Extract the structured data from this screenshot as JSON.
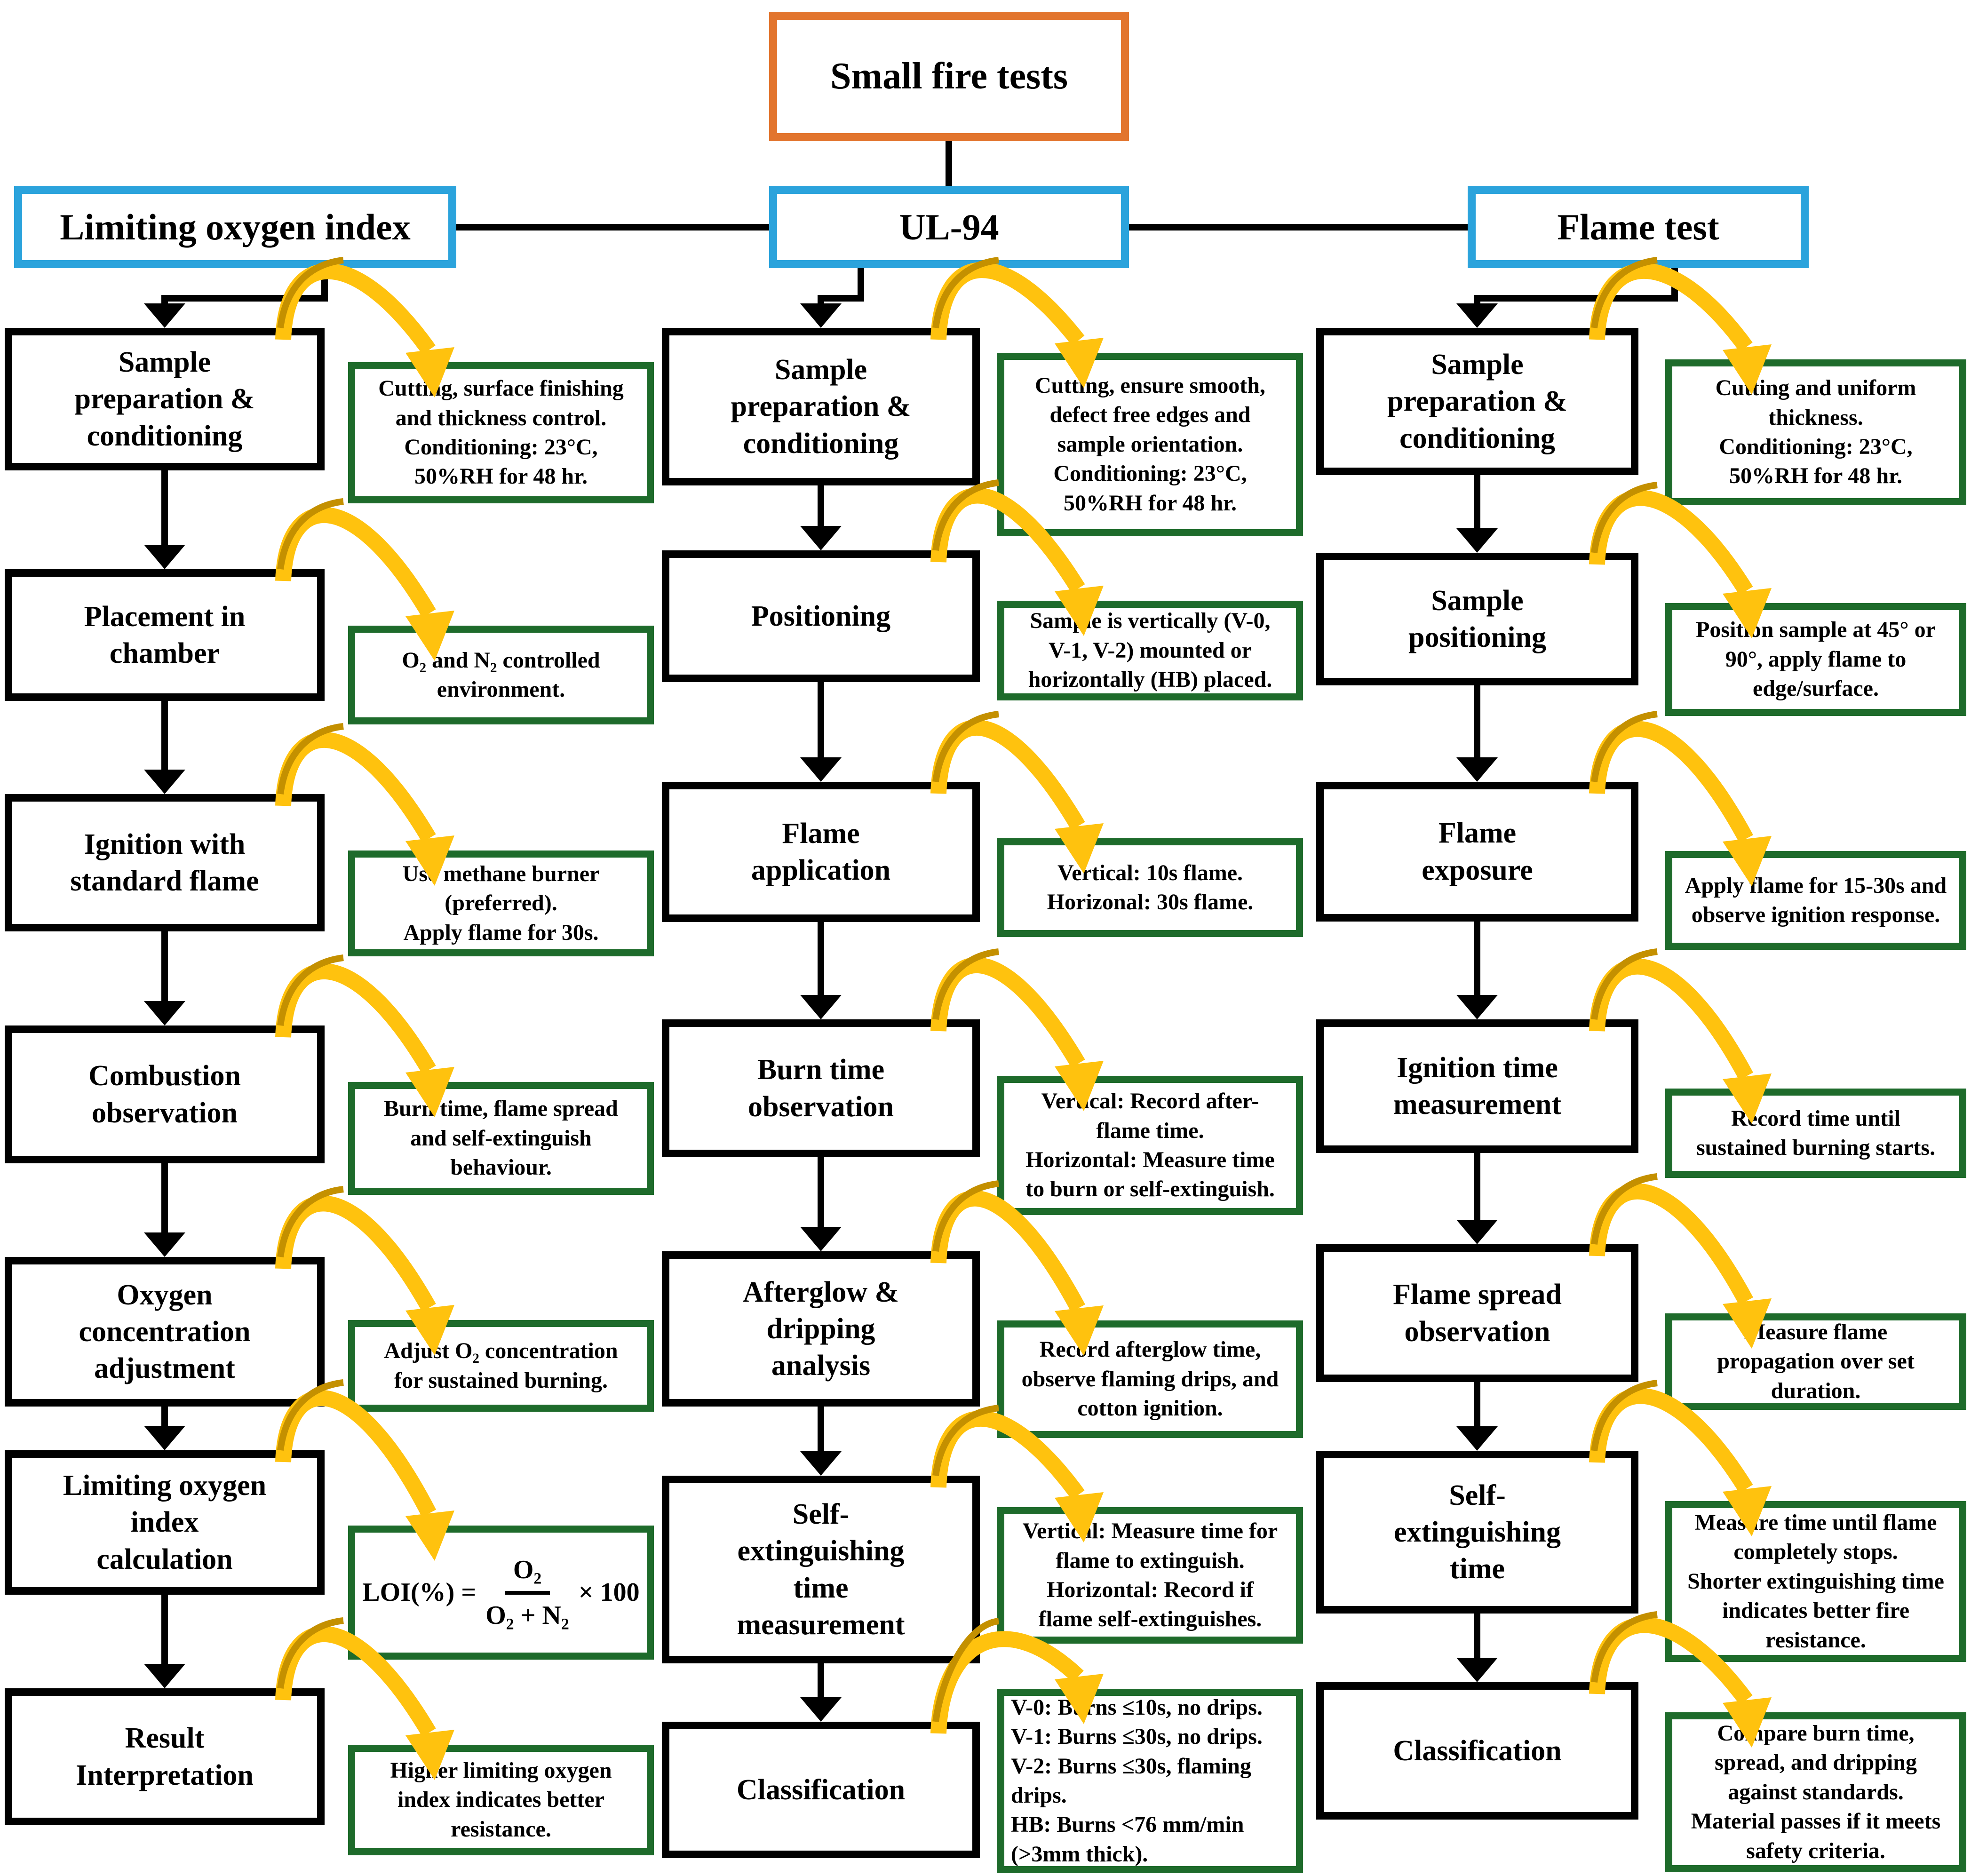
{
  "title": "Small fire tests",
  "colors": {
    "orange": "#E2752E",
    "blue": "#2BA3DC",
    "green": "#1E6B2B",
    "arrow_yellow": "#FFC20E",
    "arrow_gold": "#C49000",
    "line_black": "#000000"
  },
  "branches": [
    {
      "name": "Limiting oxygen index",
      "steps": [
        {
          "label": "Sample\npreparation &\nconditioning",
          "note": "Cutting, surface finishing\nand thickness control.\nConditioning: 23°C,\n50%RH for 48 hr."
        },
        {
          "label": "Placement in\nchamber",
          "note": "O₂ and N₂ controlled\nenvironment."
        },
        {
          "label": "Ignition with\nstandard flame",
          "note": "Use methane burner\n(preferred).\nApply flame for 30s."
        },
        {
          "label": "Combustion\nobservation",
          "note": "Burn time, flame spread\nand self-extinguish\nbehaviour."
        },
        {
          "label": "Oxygen\nconcentration\nadjustment",
          "note": "Adjust O₂ concentration\nfor sustained burning."
        },
        {
          "label": "Limiting oxygen\nindex\ncalculation",
          "formula": {
            "lhs": "LOI(%) =",
            "numerator": "O₂",
            "denominator": "O₂ + N₂",
            "multiplier": "× 100"
          }
        },
        {
          "label": "Result\nInterpretation",
          "note": "Higher limiting oxygen\nindex indicates better\nresistance."
        }
      ]
    },
    {
      "name": "UL-94",
      "steps": [
        {
          "label": "Sample\npreparation &\nconditioning",
          "note": "Cutting, ensure smooth,\ndefect free edges and\nsample orientation.\nConditioning: 23°C,\n50%RH for 48 hr."
        },
        {
          "label": "Positioning",
          "note": "Sample is vertically (V-0,\nV-1, V-2) mounted or\nhorizontally (HB) placed."
        },
        {
          "label": "Flame\napplication",
          "note": "Vertical: 10s flame.\nHorizonal: 30s flame."
        },
        {
          "label": "Burn time\nobservation",
          "note": "Vertical: Record after-\nflame time.\nHorizontal: Measure time\nto burn or self-extinguish."
        },
        {
          "label": "Afterglow &\ndripping\nanalysis",
          "note": "Record afterglow time,\nobserve flaming drips, and\ncotton ignition."
        },
        {
          "label": "Self-\nextinguishing\ntime\nmeasurement",
          "note": "Vertical: Measure time for\nflame to extinguish.\nHorizontal: Record if\nflame self-extinguishes."
        },
        {
          "label": "Classification",
          "note": "V-0: Burns ≤10s, no drips.\nV-1: Burns ≤30s, no drips.\nV-2: Burns ≤30s, flaming\ndrips.\nHB: Burns <76 mm/min\n(>3mm thick).",
          "note_align": "left"
        }
      ]
    },
    {
      "name": "Flame test",
      "steps": [
        {
          "label": "Sample\npreparation &\nconditioning",
          "note": "Cutting and uniform\nthickness.\nConditioning: 23°C,\n50%RH for 48 hr."
        },
        {
          "label": "Sample\npositioning",
          "note": "Position sample at 45° or\n90°, apply flame to\nedge/surface."
        },
        {
          "label": "Flame\nexposure",
          "note": "Apply flame for 15-30s and\nobserve ignition response."
        },
        {
          "label": "Ignition time\nmeasurement",
          "note": "Record time until\nsustained burning starts."
        },
        {
          "label": "Flame spread\nobservation",
          "note": "Measure flame\npropagation over set\nduration."
        },
        {
          "label": "Self-\nextinguishing\ntime",
          "note": "Measure time until flame\ncompletely stops.\nShorter extinguishing time\nindicates better fire\nresistance."
        },
        {
          "label": "Classification",
          "note": "Compare burn time,\nspread, and dripping\nagainst standards.\nMaterial passes if it meets\nsafety criteria."
        }
      ]
    }
  ]
}
